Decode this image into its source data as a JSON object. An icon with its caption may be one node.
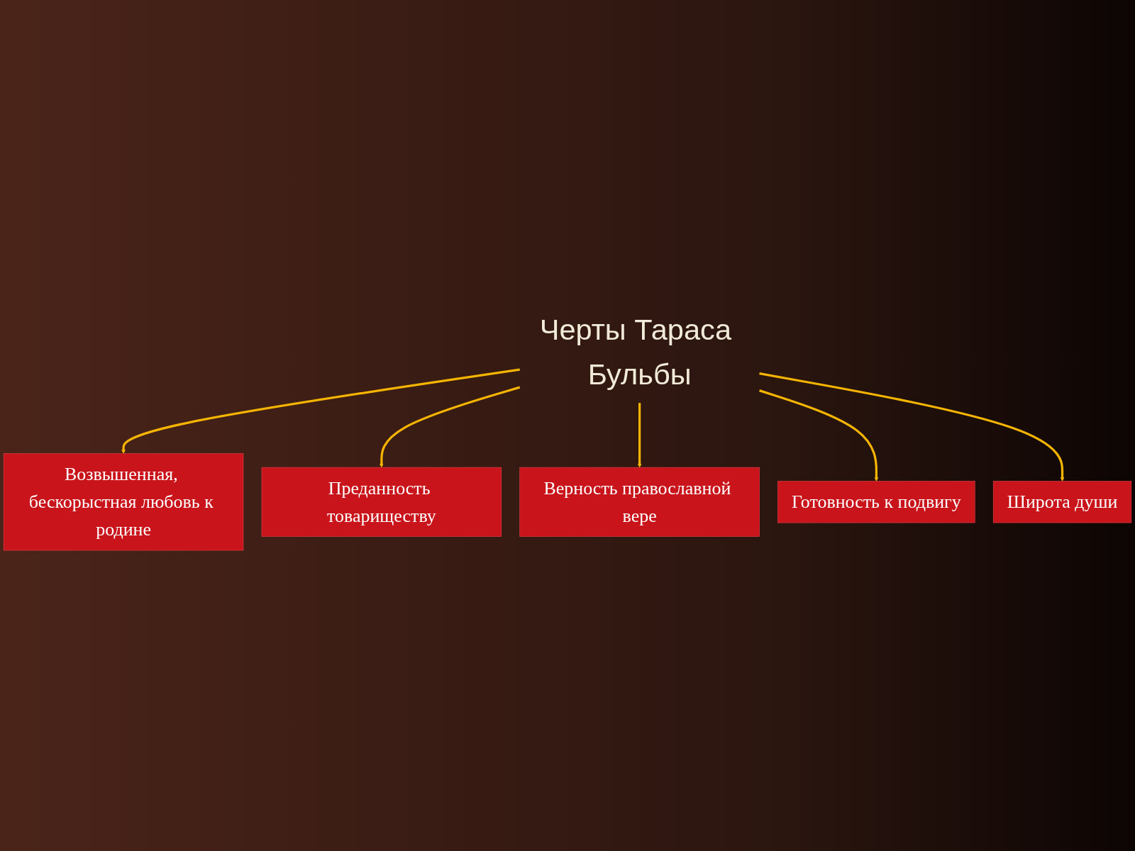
{
  "diagram": {
    "nodes": [
      {
        "text": [
          "Возвышенная, бескорыстная любовь к родине"
        ]
      },
      {
        "text": [
          "Преданность товариществу"
        ]
      },
      {
        "text": [
          "Черты Тараса Бульбы"
        ]
      },
      {
        "text": [
          "Верность православной вере"
        ]
      },
      {
        "text": [
          "Широта души"
        ]
      },
      {
        "text": [
          "Готовность к подвигу"
        ]
      }
    ],
    "edges": [
      {
        "from": 2,
        "to": 0,
        "arrow": "to"
      },
      {
        "from": 2,
        "to": 1,
        "arrow": "to"
      },
      {
        "from": 2,
        "to": 3,
        "arrow": "to"
      },
      {
        "from": 2,
        "to": 5,
        "arrow": "to"
      },
      {
        "from": 2,
        "to": 4,
        "arrow": "to"
      }
    ]
  }
}
